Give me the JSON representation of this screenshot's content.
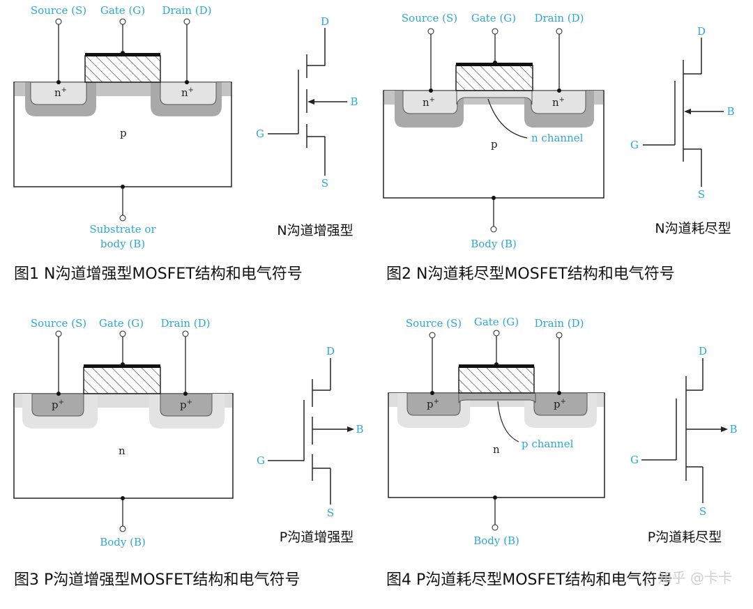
{
  "panels": [
    {
      "terminals": {
        "source": "Source (S)",
        "gate": "Gate (G)",
        "drain": "Drain (D)",
        "bottom": [
          "Substrate or",
          "body (B)"
        ]
      },
      "well_label": "n",
      "body_label": "p",
      "channel_label": "",
      "symbol": {
        "d": "D",
        "g": "G",
        "s": "S",
        "b": "B",
        "type_label": "N沟道增强型"
      },
      "caption": "图1 N沟道增强型MOSFET结构和电气符号"
    },
    {
      "terminals": {
        "source": "Source (S)",
        "gate": "Gate (G)",
        "drain": "Drain (D)",
        "bottom": [
          "Body (B)"
        ]
      },
      "well_label": "n",
      "body_label": "p",
      "channel_label": "n channel",
      "symbol": {
        "d": "D",
        "g": "G",
        "s": "S",
        "b": "B",
        "type_label": "N沟道耗尽型"
      },
      "caption": "图2 N沟道耗尽型MOSFET结构和电气符号"
    },
    {
      "terminals": {
        "source": "Source (S)",
        "gate": "Gate (G)",
        "drain": "Drain (D)",
        "bottom": [
          "Body (B)"
        ]
      },
      "well_label": "p",
      "body_label": "n",
      "channel_label": "",
      "symbol": {
        "d": "D",
        "g": "G",
        "s": "S",
        "b": "B",
        "type_label": "P沟道增强型"
      },
      "caption": "图3 P沟道增强型MOSFET结构和电气符号"
    },
    {
      "terminals": {
        "source": "Source (S)",
        "gate": "Gate (G)",
        "drain": "Drain (D)",
        "bottom": [
          "Body (B)"
        ]
      },
      "well_label": "p",
      "body_label": "n",
      "channel_label": "p channel",
      "symbol": {
        "d": "D",
        "g": "G",
        "s": "S",
        "b": "B",
        "type_label": "P沟道耗尽型"
      },
      "caption": "图4 P沟道耗尽型MOSFET结构和电气符号"
    }
  ],
  "watermark": "知乎 @卡卡",
  "colors": {
    "terminal_text": "#2aa8d8",
    "well_light": "#e3e3e3",
    "well_dark": "#a9a9a9",
    "oxide": "#c4c4c4"
  }
}
